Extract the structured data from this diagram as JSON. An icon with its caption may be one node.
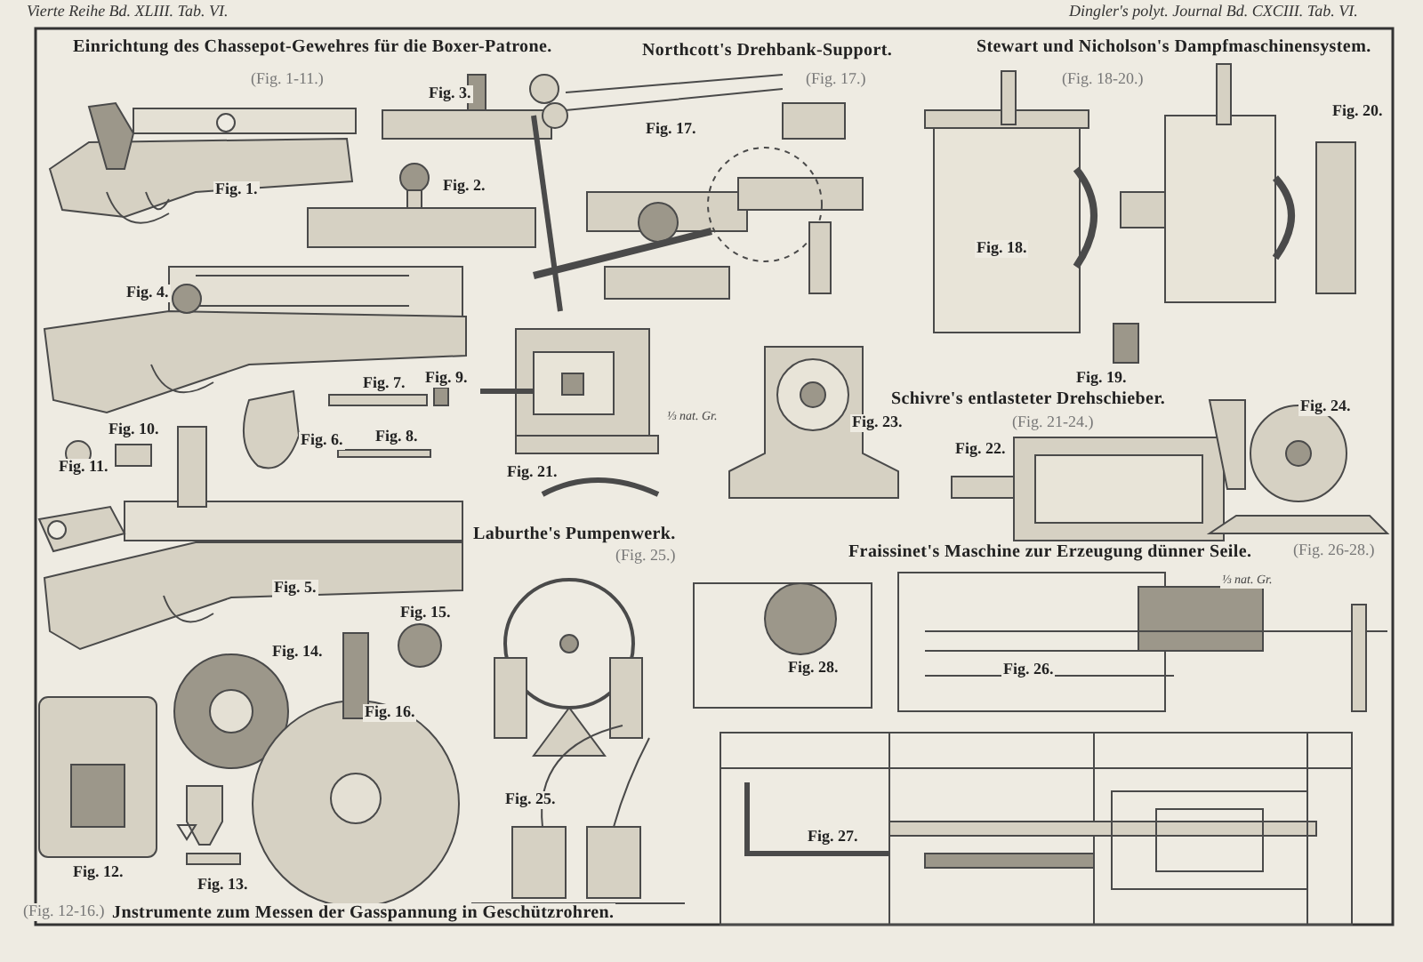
{
  "diagram": {
    "labels": [
      "Vierte Reihe Bd. XLIII. Tab. VI.",
      "Dingler's polyt. Journal Bd. CXCIII. Tab. VI.",
      "Einrichtung des Chassepot-Gewehres für die Boxer-Patrone.",
      "(Fig. 1-11.)",
      "Fig. 3.",
      "Northcott's Drehbank-Support.",
      "(Fig. 17.)",
      "Stewart und Nicholson's Dampfmaschinensystem.",
      "(Fig. 18-20.)",
      "Fig. 17.",
      "Fig. 20.",
      "Fig. 1.",
      "Fig. 2.",
      "Fig. 18.",
      "Fig. 4.",
      "Fig. 7.",
      "Fig. 9.",
      "Fig. 10.",
      "Fig. 6.",
      "Fig. 8.",
      "Fig. 11.",
      "Fig. 21.",
      "⅓ nat. Gr.",
      "Fig. 23.",
      "Fig. 19.",
      "Schivre's entlasteter Drehschieber.",
      "(Fig. 21-24.)",
      "Fig. 22.",
      "Fig. 24.",
      "Laburthe's Pumpenwerk.",
      "(Fig. 25.)",
      "Fraissinet's Maschine zur Erzeugung dünner Seile.",
      "(Fig. 26-28.)",
      "⅓ nat. Gr.",
      "Fig. 5.",
      "Fig. 15.",
      "Fig. 14.",
      "Fig. 16.",
      "Fig. 28.",
      "Fig. 26.",
      "Fig. 25.",
      "Fig. 27.",
      "Fig. 12.",
      "Fig. 13.",
      "(Fig. 12-16.)",
      "Jnstrumente zum Messen der Gasspannung in Geschützrohren."
    ]
  }
}
